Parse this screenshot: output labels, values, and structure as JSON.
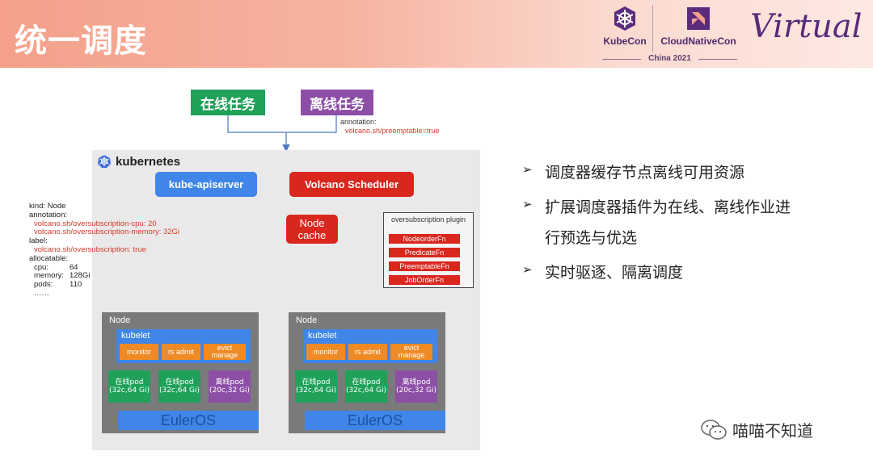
{
  "slide": {
    "title": "统一调度"
  },
  "header": {
    "kubecon": "KubeCon",
    "cloudnativecon": "CloudNativeCon",
    "year": "China 2021",
    "virtual": "Virtual"
  },
  "diagram": {
    "online_task": "在线任务",
    "offline_task": "离线任务",
    "annotation_label": "annotation:",
    "annotation_value": "volcano.sh/preemptable=true",
    "k8s": "kubernetes",
    "apiserver": "kube-apiserver",
    "scheduler": "Volcano Scheduler",
    "node_cache": "Node cache",
    "plugin": {
      "title": "oversubscription plugin",
      "fns": [
        "NodeorderFn",
        "PredicateFn",
        "PreemptableFn",
        "JobOrderFn"
      ]
    },
    "kind": {
      "kind_line": "kind: Node",
      "annotation_label": "annotation:",
      "ann1": "volcano.sh/oversubscription-cpu: 20",
      "ann2": "volcano.sh/oversubscription-memory: 32Gi",
      "label_label": "label:",
      "label1": "volcano.sh/oversubscription: true",
      "allocatable": "allocatable:",
      "cpu_k": "cpu:",
      "cpu_v": "64",
      "mem_k": "memory:",
      "mem_v": "128Gi",
      "pods_k": "pods:",
      "pods_v": "110",
      "ellipsis": "……"
    },
    "nodes": [
      {
        "label": "Node",
        "kubelet": "kubelet",
        "monitor": "monitor",
        "rs_admit": "rs admit",
        "evict": "evict manage",
        "pods": [
          "在线pod (32c,64 Gi)",
          "在线pod (32c,64 Gi)",
          "离线pod (20c,32 Gi)"
        ],
        "os": "EulerOS"
      },
      {
        "label": "Node",
        "kubelet": "kubelet",
        "monitor": "monitor",
        "rs_admit": "rs admit",
        "evict": "evict manage",
        "pods": [
          "在线pod (32c,64 Gi)",
          "在线pod (32c,64 Gi)",
          "离线pod (20c,32 Gi)"
        ],
        "os": "EulerOS"
      }
    ]
  },
  "bullets": [
    "调度器缓存节点离线可用资源",
    "扩展调度器插件为在线、离线作业进",
    "行预选与优选",
    "实时驱逐、隔离调度"
  ],
  "watermark": "喵喵不知道",
  "colors": {
    "online": "#1fa15a",
    "offline": "#8d4fa6",
    "k8s_blue": "#3f86e8",
    "volcano_red": "#d9271e",
    "component_orange": "#f08a24"
  }
}
